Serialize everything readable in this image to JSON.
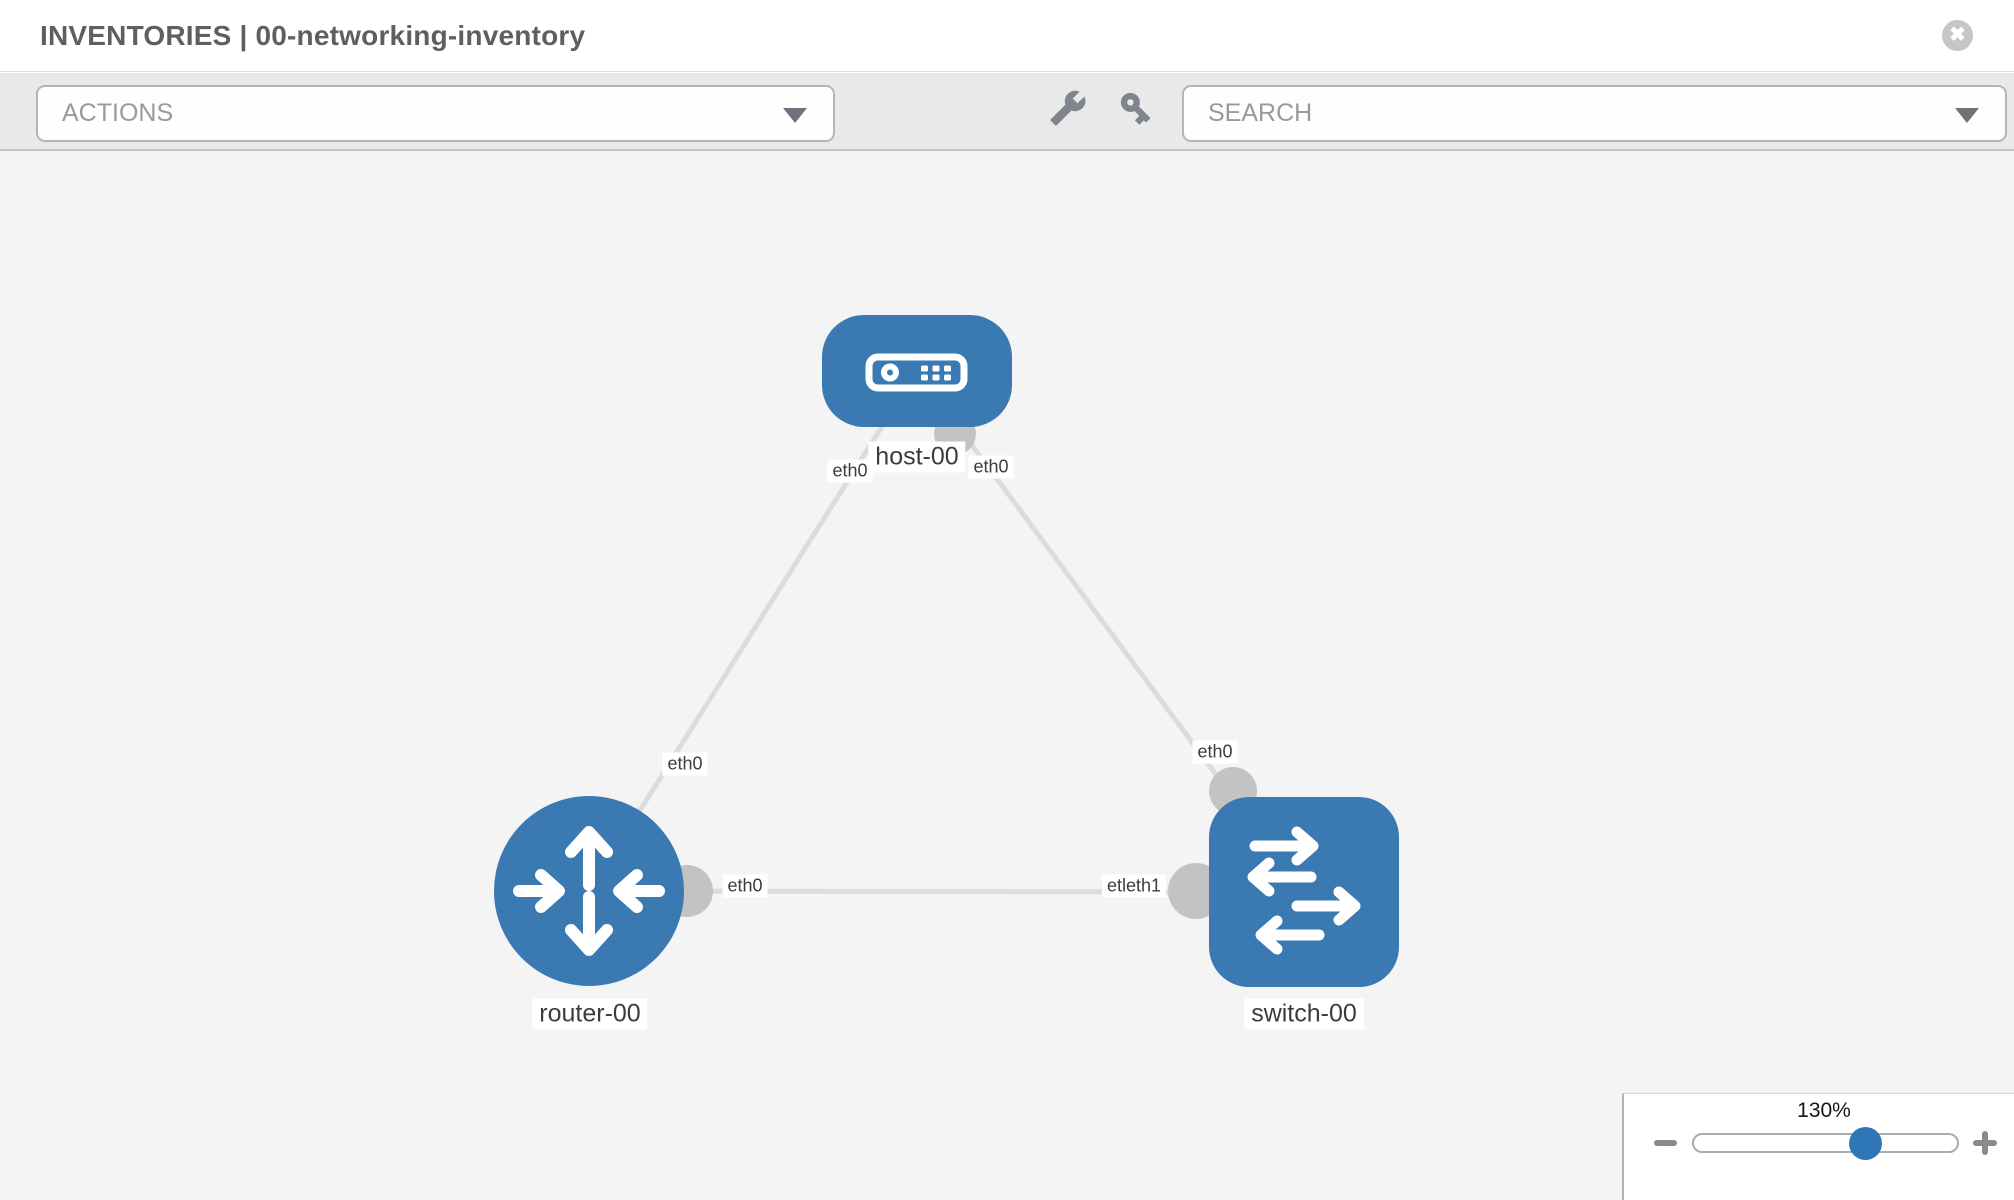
{
  "header": {
    "title": "INVENTORIES | 00-networking-inventory"
  },
  "toolbar": {
    "actions_label": "ACTIONS",
    "search_placeholder": "SEARCH"
  },
  "icons": {
    "close": "x-circle",
    "wrench": "wrench",
    "key": "key",
    "actions_caret": "caret-down",
    "search_caret": "caret-down",
    "zoom_out": "minus",
    "zoom_in": "plus"
  },
  "topology": {
    "nodes": [
      {
        "name": "host-00",
        "type": "host"
      },
      {
        "name": "router-00",
        "type": "router"
      },
      {
        "name": "switch-00",
        "type": "switch"
      }
    ],
    "links": [
      {
        "source": "router-00",
        "target": "host-00",
        "source_port": "eth0",
        "target_port": "eth0"
      },
      {
        "source": "switch-00",
        "target": "host-00",
        "source_port": "eth0",
        "target_port": "eth0"
      },
      {
        "source": "router-00",
        "target": "switch-00",
        "source_port": "eth0",
        "target_port": "etleth1"
      }
    ],
    "port_labels": {
      "host_left": "eth0",
      "host_right": "eth0",
      "router_top": "eth0",
      "switch_top": "eth0",
      "router_right": "eth0",
      "switch_left": "etleth1"
    }
  },
  "zoom_control": {
    "level": "130%"
  },
  "colors": {
    "node_blue": "#3b79b2",
    "edge_gray": "#dcdcdc",
    "interface_dot_gray": "#c3c3c3",
    "knob_blue": "#2f76b7",
    "canvas_bg": "#f4f4f4",
    "toolbar_bg": "#e9e9e9"
  }
}
